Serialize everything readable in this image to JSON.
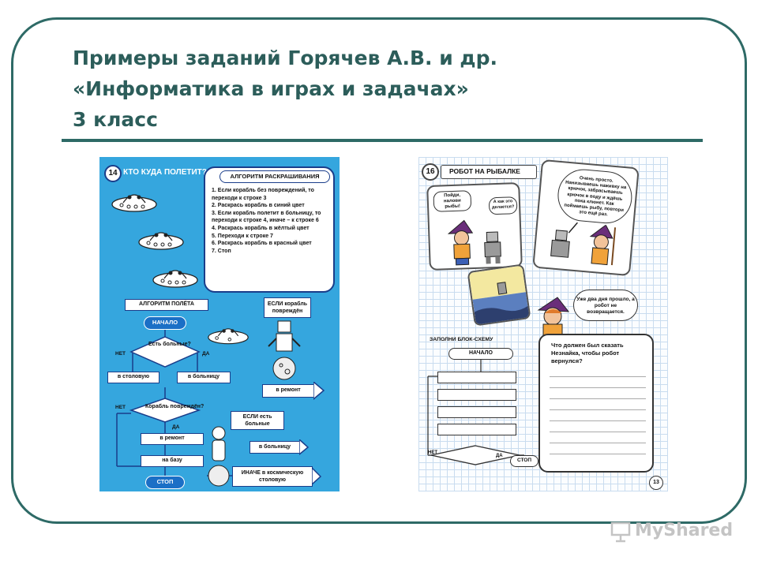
{
  "slide": {
    "title_lines": [
      "Примеры заданий Горячев А.В. и др.",
      "«Информатика в играх и задачах»",
      "3 класс"
    ],
    "colors": {
      "accent": "#2e6a66",
      "title": "#2c5d5a",
      "left_page_bg": "#35a6de"
    }
  },
  "left_page": {
    "number": "14",
    "title": "КТО КУДА ПОЛЕТИТ?",
    "coloring_algorithm": {
      "header": "АЛГОРИТМ РАСКРАШИВАНИЯ",
      "steps": [
        "1. Если корабль без повреждений, то переходи к строке 3",
        "2. Раскрась корабль в синий цвет",
        "3. Если корабль полетит в больницу, то переходи к строке 4, иначе – к строке 6",
        "4. Раскрась корабль в жёлтый цвет",
        "5. Переходи к строке 7",
        "6. Раскрась корабль в красный цвет",
        "7. Стоп"
      ]
    },
    "flight_algorithm": {
      "header": "АЛГОРИТМ ПОЛЁТА",
      "start": "НАЧАЛО",
      "decision1": "Есть больные?",
      "no": "НЕТ",
      "yes": "ДА",
      "to_canteen": "в столовую",
      "to_hospital": "в больницу",
      "decision2": "Корабль повреждён?",
      "to_repair": "в ремонт",
      "to_base": "на базу",
      "stop": "СТОП"
    },
    "if_damaged": "ЕСЛИ корабль повреждён",
    "to_repair_right": "в ремонт",
    "if_sick": "ЕСЛИ есть больные",
    "to_hospital_right": "в больницу",
    "else_space_canteen": "ИНАЧЕ в космическую столовую"
  },
  "right_page": {
    "number": "16",
    "title": "РОБОТ НА РЫБАЛКЕ",
    "bubble1": "Пойди, налови рыбы!",
    "bubble2": "А как это делается?",
    "bubble3": "Очень просто. Нанизываешь наживку на крючок, забрасываешь крючок в воду и ждёшь пока клюнет. Как поймаешь рыбу, повтори это ещё раз.",
    "bubble4": "Уже два дня прошло, а робот не возвращается.",
    "flowchart": {
      "header": "ЗАПОЛНИ БЛОК-СХЕМУ",
      "start": "НАЧАЛО",
      "no": "НЕТ",
      "yes": "ДА",
      "stop": "СТОП"
    },
    "question": "Что должен был сказать Незнайка, чтобы робот вернулся?",
    "page_footer": "13"
  },
  "watermark": {
    "text": "MyShared",
    "icon": "projector-screen-icon"
  }
}
